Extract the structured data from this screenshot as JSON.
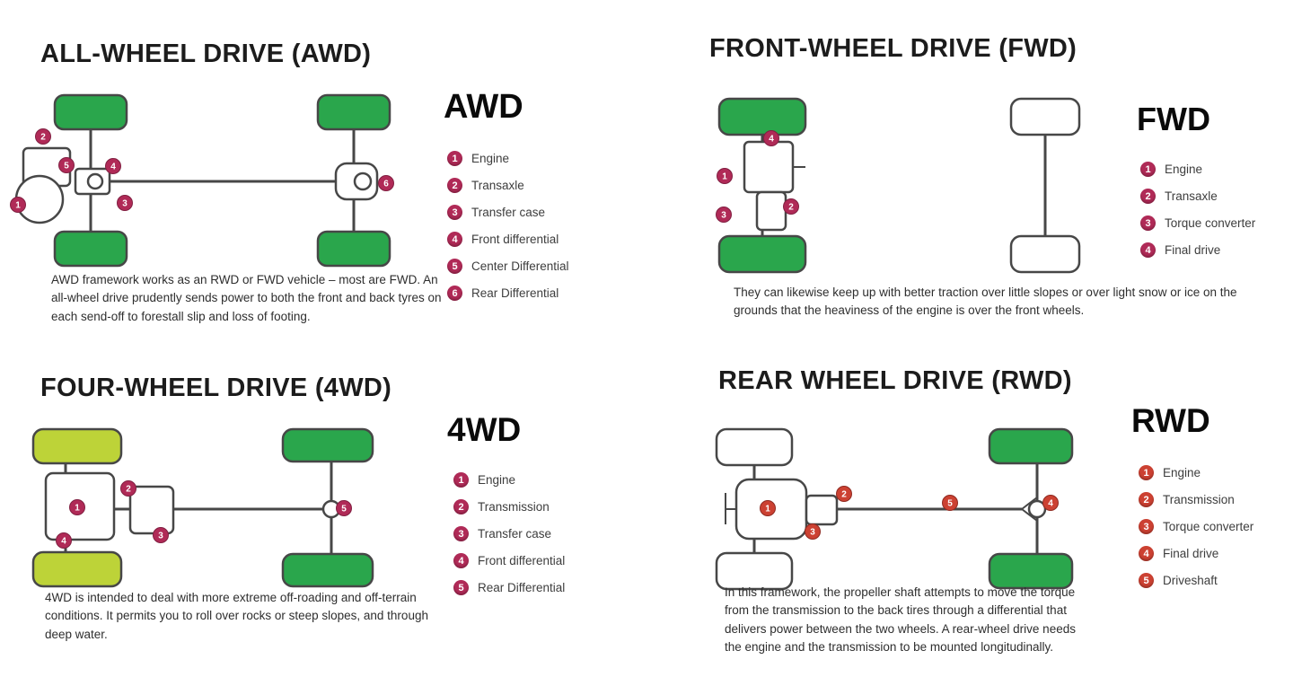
{
  "colors": {
    "wheel_green": "#2aa64c",
    "wheel_lime": "#bdd338",
    "marker_crimson": "#b02a57",
    "marker_red": "#cc4132",
    "outline": "#474747"
  },
  "sections": [
    {
      "id": "awd",
      "title": "ALL-WHEEL DRIVE (AWD)",
      "big_label": "AWD",
      "legend": [
        {
          "num": "1",
          "label": "Engine"
        },
        {
          "num": "2",
          "label": "Transaxle"
        },
        {
          "num": "3",
          "label": "Transfer case"
        },
        {
          "num": "4",
          "label": "Front differential"
        },
        {
          "num": "5",
          "label": "Center Differential"
        },
        {
          "num": "6",
          "label": "Rear Differential"
        }
      ],
      "description": "AWD framework works as an RWD or FWD vehicle – most are FWD. An all-wheel drive prudently sends power to both the front and back tyres on each send-off to forestall slip and loss of footing."
    },
    {
      "id": "fwd",
      "title": "FRONT-WHEEL DRIVE (FWD)",
      "big_label": "FWD",
      "legend": [
        {
          "num": "1",
          "label": "Engine"
        },
        {
          "num": "2",
          "label": "Transaxle"
        },
        {
          "num": "3",
          "label": "Torque converter"
        },
        {
          "num": "4",
          "label": "Final drive"
        }
      ],
      "description": "They can likewise keep up with better traction over little slopes or over light snow or ice on the grounds that the heaviness of the engine is over the front wheels."
    },
    {
      "id": "4wd",
      "title": "FOUR-WHEEL DRIVE (4WD)",
      "big_label": "4WD",
      "legend": [
        {
          "num": "1",
          "label": "Engine"
        },
        {
          "num": "2",
          "label": "Transmission"
        },
        {
          "num": "3",
          "label": "Transfer case"
        },
        {
          "num": "4",
          "label": "Front differential"
        },
        {
          "num": "5",
          "label": "Rear Differential"
        }
      ],
      "description": "4WD is intended to deal with more extreme off-roading and off-terrain conditions. It permits you to roll over rocks or steep slopes, and through deep water."
    },
    {
      "id": "rwd",
      "title": "REAR WHEEL DRIVE (RWD)",
      "big_label": "RWD",
      "legend": [
        {
          "num": "1",
          "label": "Engine"
        },
        {
          "num": "2",
          "label": "Transmission"
        },
        {
          "num": "3",
          "label": "Torque converter"
        },
        {
          "num": "4",
          "label": "Final drive"
        },
        {
          "num": "5",
          "label": "Driveshaft"
        }
      ],
      "description": "In this framework, the propeller shaft attempts to move the torque from the transmission to the back tires through a differential that delivers power between the two wheels. A rear-wheel drive needs the engine and the transmission to be mounted longitudinally."
    }
  ]
}
